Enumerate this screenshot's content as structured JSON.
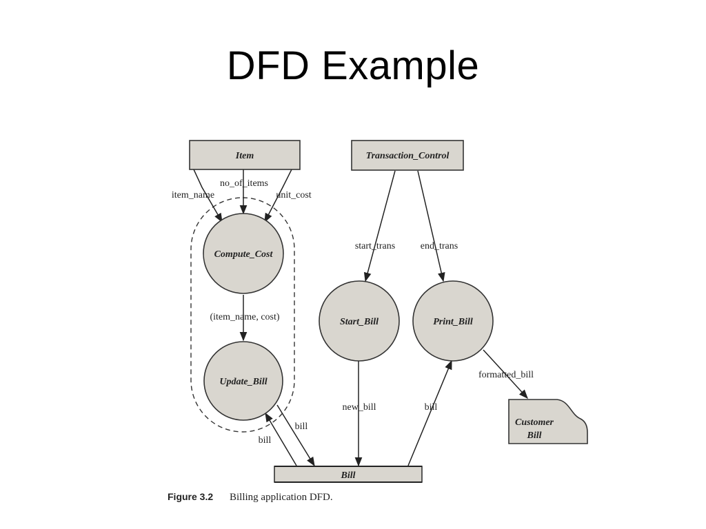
{
  "slide": {
    "title": "DFD Example"
  },
  "diagram": {
    "entities": {
      "item": "Item",
      "transaction_control": "Transaction_Control"
    },
    "processes": {
      "compute_cost": "Compute_Cost",
      "update_bill": "Update_Bill",
      "start_bill": "Start_Bill",
      "print_bill": "Print_Bill"
    },
    "stores": {
      "bill": "Bill"
    },
    "documents": {
      "customer_bill_line1": "Customer",
      "customer_bill_line2": "Bill"
    },
    "flows": {
      "no_of_items": "no_of_items",
      "item_name": "item_name",
      "unit_cost": "unit_cost",
      "item_name_cost": "(item_name, cost)",
      "start_trans": "start_trans",
      "end_trans": "end_trans",
      "new_bill": "new_bill",
      "bill_to_print": "bill",
      "formatted_bill": "formatted_bill",
      "bill_to_update": "bill",
      "bill_from_update": "bill"
    },
    "caption": {
      "label": "Figure 3.2",
      "text": "Billing application DFD."
    }
  }
}
